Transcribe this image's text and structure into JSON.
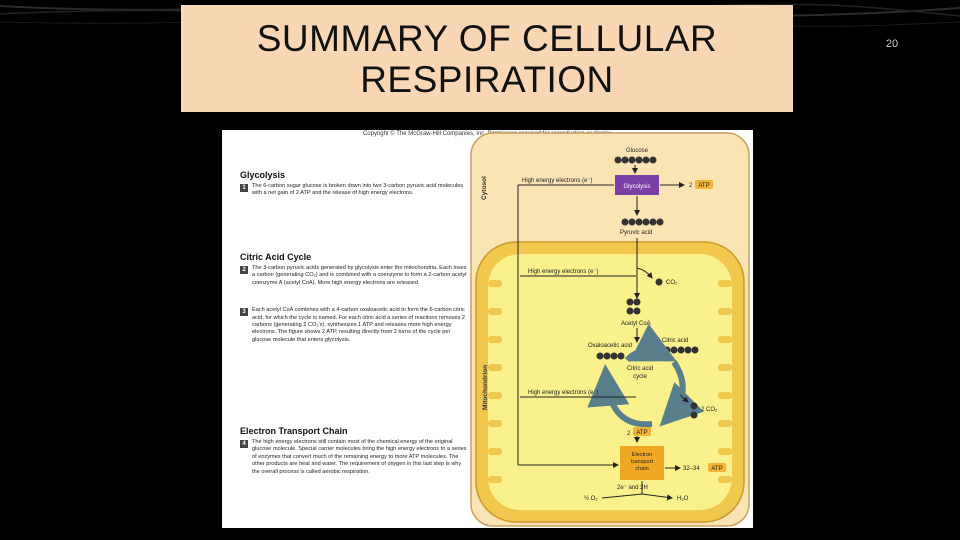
{
  "slide": {
    "title": "SUMMARY OF CELLULAR RESPIRATION",
    "slide_number": "20",
    "background": "#000000",
    "title_box_color": "#f9d7b4"
  },
  "figure": {
    "copyright": "Copyright © The McGraw-Hill Companies, Inc. Permission required for reproduction or display",
    "sections": [
      {
        "heading": "Glycolysis",
        "steps": [
          {
            "num": "1",
            "text": "The 6-carbon sugar glucose is broken down into two 3-carbon pyruvic acid molecules with a net gain of 2 ATP and the release of high energy electrons."
          }
        ]
      },
      {
        "heading": "Citric Acid Cycle",
        "steps": [
          {
            "num": "2",
            "text": "The 3-carbon pyruvic acids generated by glycolysis enter the mitochondria. Each loses a carbon (generating CO₂) and is combined with a coenzyme to form a 2-carbon acetyl coenzyme A (acetyl CoA). More high energy electrons are released."
          },
          {
            "num": "3",
            "text": "Each acetyl CoA combines with a 4-carbon oxaloacetic acid to form the 6-carbon citric acid, for which the cycle is named. For each citric acid a series of reactions removes 2 carbons (generating 2 CO₂'s), synthesizes 1 ATP and releases more high energy electrons. The figure shows 2 ATP, resulting directly from 2 turns of the cycle per glucose molecule that enters glycolysis."
          }
        ]
      },
      {
        "heading": "Electron Transport Chain",
        "steps": [
          {
            "num": "4",
            "text": "The high energy electrons still contain most of the chemical energy of the original glucose molecule. Special carrier molecules bring the high energy electrons to a series of enzymes that convert much of the remaining energy to more ATP molecules. The other products are heat and water. The requirement of oxygen in this last step is why the overall process is called aerobic respiration."
          }
        ]
      }
    ],
    "diagram": {
      "cytosol": "Cytosol",
      "mitochondrion": "Mitochondrion",
      "glucose": "Glucose",
      "glycolysis": "Glycolysis",
      "atp_glycolysis": "2",
      "atp": "ATP",
      "hee_1": "High energy electrons (e⁻)",
      "pyruvic_acid": "Pyruvic acid",
      "hee_2": "High energy electrons (e⁻)",
      "co2": "CO₂",
      "acetyl_coa": "Acetyl CoA",
      "oxaloacetic": "Oxaloacetic acid",
      "citric_acid": "Citric acid",
      "cycle_line1": "Citric acid",
      "cycle_line2": "cycle",
      "hee_3": "High energy electrons (e⁻)",
      "co2_2": "2 CO₂",
      "atp_cycle": "2",
      "etc_line1": "Electron",
      "etc_line2": "transport",
      "etc_line3": "chain",
      "atp_etc": "32–34",
      "electrons_2h": "2e⁻ and 2H",
      "o2": "½ O₂",
      "h2o": "H₂O"
    },
    "colors": {
      "cytosol": "#fbe4b3",
      "cytosol_border": "#c8a25e",
      "mito_outer": "#f2c74e",
      "mito_inner": "#faf08c",
      "glycolysis_box": "#7b3fa6",
      "etc_box": "#f0a824",
      "atp_tag": "#f3b334",
      "arrow": "#5a7f8c"
    }
  }
}
